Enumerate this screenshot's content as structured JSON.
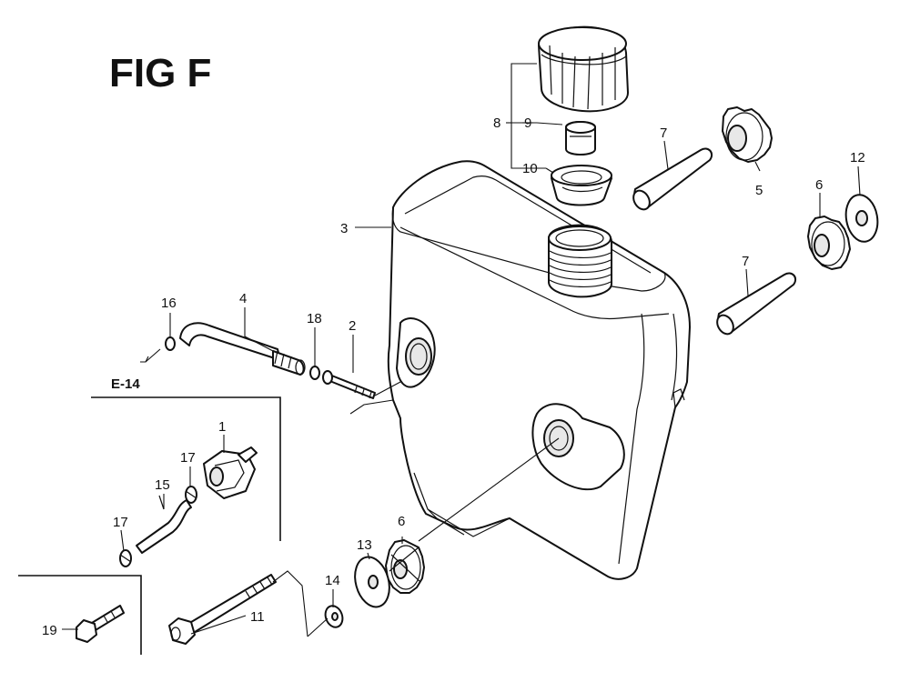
{
  "figure": {
    "title": "FIG F",
    "reference": "E-14"
  },
  "callouts": {
    "c1": "1",
    "c2": "2",
    "c3": "3",
    "c4": "4",
    "c5": "5",
    "c6a": "6",
    "c6b": "6",
    "c7a": "7",
    "c7b": "7",
    "c8": "8",
    "c9": "9",
    "c10": "10",
    "c11": "11",
    "c12": "12",
    "c13": "13",
    "c14": "14",
    "c15": "15",
    "c16": "16",
    "c17a": "17",
    "c17b": "17",
    "c18": "18",
    "c19": "19"
  }
}
